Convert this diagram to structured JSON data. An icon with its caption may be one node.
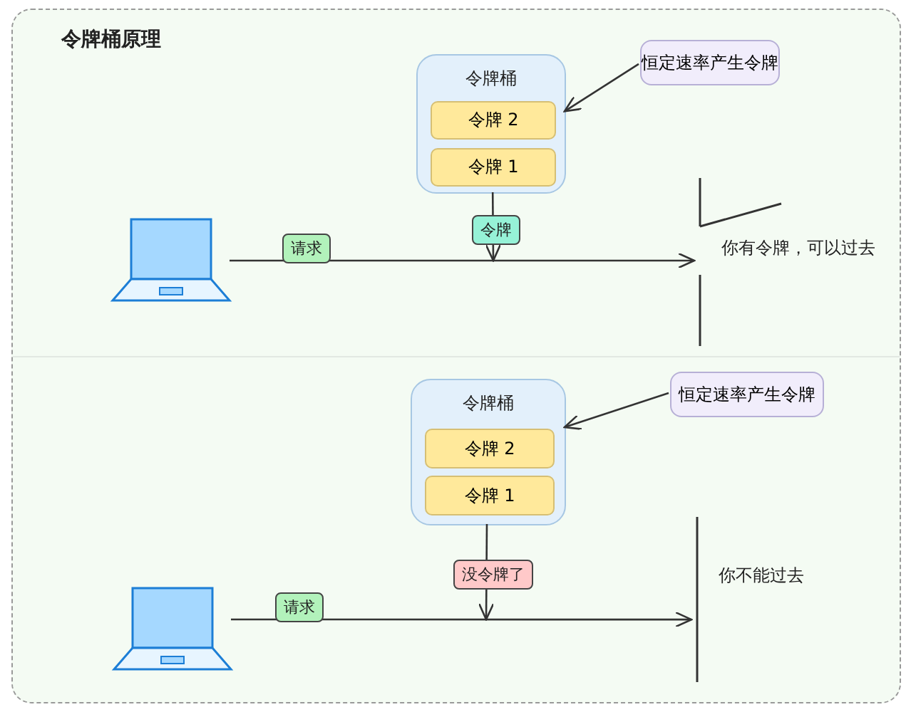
{
  "diagram": {
    "nodes": [
      {
        "text": [
          "令牌桶原理"
        ]
      },
      {
        "text": [
          "恒定速率产生令牌"
        ],
        "in": 0
      },
      {
        "text": [
          "令牌桶"
        ],
        "in": 0
      },
      {
        "text": [
          "令牌 2"
        ],
        "in": 2
      },
      {
        "text": [
          "令牌 1"
        ],
        "in": 2
      },
      {
        "text": [],
        "shape": "laptop",
        "in": 0
      },
      {
        "text": [],
        "shape": "barrier",
        "in": 0,
        "beside": [
          "你有令牌，可以过去"
        ]
      },
      {
        "text": [
          "令牌桶"
        ],
        "in": 0
      },
      {
        "text": [
          "令牌 2"
        ],
        "in": 7
      },
      {
        "text": [
          "令牌 1"
        ],
        "in": 7
      },
      {
        "text": [
          "恒定速率产生令牌"
        ],
        "in": 0
      },
      {
        "text": [],
        "shape": "laptop",
        "in": 0
      },
      {
        "text": [],
        "shape": "barrier",
        "in": 0,
        "beside": [
          "你不能过去"
        ]
      }
    ],
    "edges": [
      {
        "from": 1,
        "to": 2,
        "arrow": "to"
      },
      {
        "from": 5,
        "to": 6,
        "arrow": "to",
        "label": "请求"
      },
      {
        "from": 2,
        "to": null,
        "arrow": "to",
        "label": "令牌"
      },
      {
        "from": 10,
        "to": 7,
        "arrow": "to"
      },
      {
        "from": 11,
        "to": 12,
        "arrow": "to",
        "label": "请求"
      },
      {
        "from": 7,
        "to": null,
        "arrow": "to",
        "label": "没令牌了"
      }
    ]
  }
}
